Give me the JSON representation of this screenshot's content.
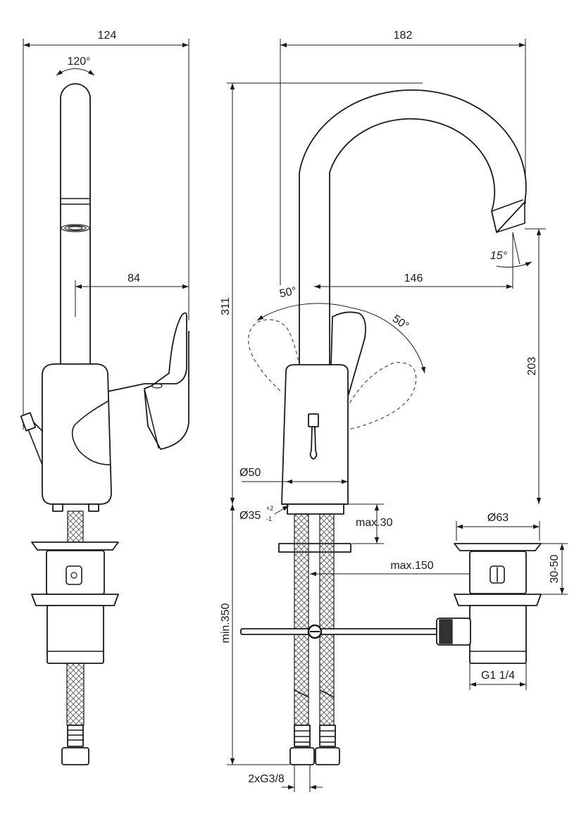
{
  "dimensions": {
    "side_width": "124",
    "swivel_angle": "120°",
    "side_reach": "84",
    "front_width": "182",
    "height_total": "311",
    "lever_angle_left": "50°",
    "lever_angle_right": "50°",
    "spout_angle": "15°",
    "spout_reach": "146",
    "spout_height": "203",
    "body_diameter": "Ø50",
    "hole_diameter": "Ø35",
    "hole_tol_plus": "+2",
    "hole_tol_minus": "-1",
    "max_deck": "max.30",
    "max_rod": "max.150",
    "waste_diameter": "Ø63",
    "waste_height": "30-50",
    "waste_thread": "G1 1/4",
    "min_hose": "min.350",
    "connections": "2xG3/8"
  }
}
